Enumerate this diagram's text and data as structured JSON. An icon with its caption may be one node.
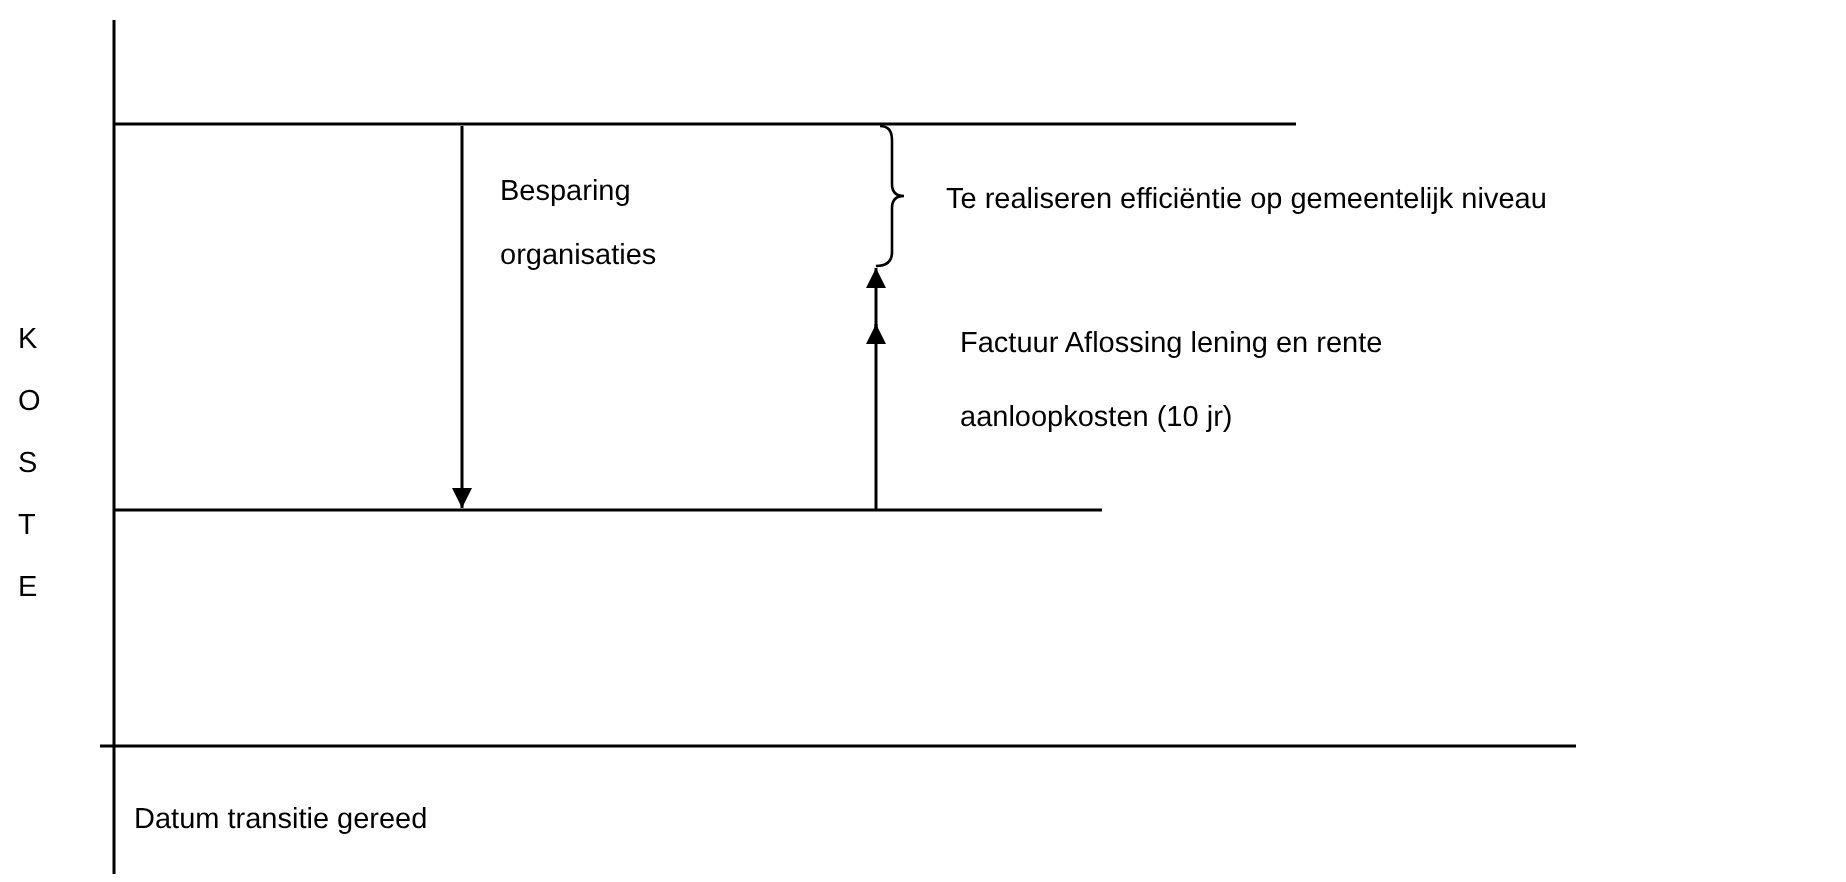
{
  "diagram": {
    "labels": [
      "Besparing organisaties",
      "Te realiseren efficiëntie op gemeentelijk niveau",
      "Factuur Aflossing lening en rente aanloopkosten (10 jr)",
      "KOSTE",
      "Datum transitie gereed"
    ]
  }
}
